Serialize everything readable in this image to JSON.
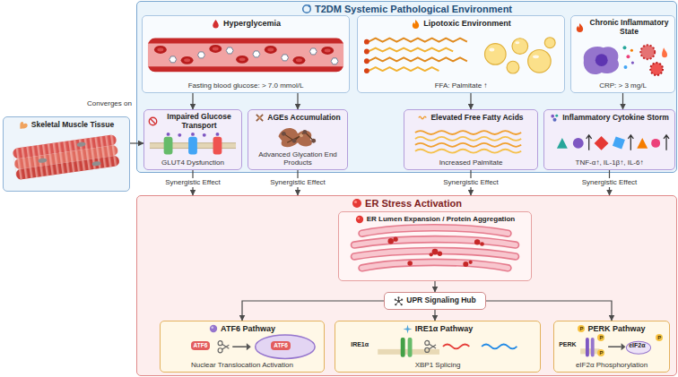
{
  "diagram": {
    "nodes": [
      {
        "text": [
          "T2DM Systemic Pathological Environment"
        ]
      },
      {
        "text": [
          "Hyperglycemia",
          "Fasting blood glucose: > 7.0 mmol/L"
        ],
        "in": 0
      },
      {
        "text": [
          "Lipotoxic Environment",
          "FFA: Palmitate ↑"
        ],
        "in": 0
      },
      {
        "text": [
          "Chronic Inflammatory State",
          "CRP: > 3 mg/L"
        ],
        "in": 0
      },
      {
        "text": [
          "Skeletal Muscle Tissue"
        ]
      },
      {
        "text": [
          "Impaired Glucose Transport",
          "GLUT4 Dysfunction"
        ],
        "in": 0
      },
      {
        "text": [
          "AGEs Accumulation",
          "Advanced Glycation End Products"
        ],
        "in": 0
      },
      {
        "text": [
          "Elevated Free Fatty Acids",
          "Increased Palmitate"
        ],
        "in": 0
      },
      {
        "text": [
          "Inflammatory Cytokine Storm",
          "TNF-α↑, IL-1β↑, IL-6↑"
        ],
        "in": 0
      },
      {
        "text": [
          "ER Stress Activation"
        ]
      },
      {
        "text": [
          "ER Lumen Expansion / Protein Aggregation"
        ],
        "in": 9
      },
      {
        "text": [
          "UPR Signaling Hub"
        ],
        "in": 9
      },
      {
        "text": [
          "ATF6 Pathway",
          "Nuclear Translocation Activation"
        ],
        "in": 9
      },
      {
        "text": [
          "IRE1α Pathway",
          "XBP1 Splicing"
        ],
        "in": 9
      },
      {
        "text": [
          "PERK Pathway",
          "eIF2α Phosphorylation"
        ],
        "in": 9
      }
    ],
    "edges": [
      {
        "from": 4,
        "to": 5,
        "label": "Converges on",
        "arrow": "to"
      },
      {
        "from": 1,
        "to": 5,
        "arrow": "to"
      },
      {
        "from": 1,
        "to": 6,
        "arrow": "to"
      },
      {
        "from": 2,
        "to": 7,
        "arrow": "to"
      },
      {
        "from": 3,
        "to": 8,
        "arrow": "to"
      },
      {
        "from": 5,
        "to": 9,
        "label": "Synergistic Effect",
        "arrow": "to"
      },
      {
        "from": 6,
        "to": 9,
        "label": "Synergistic Effect",
        "arrow": "to"
      },
      {
        "from": 7,
        "to": 9,
        "label": "Synergistic Effect",
        "arrow": "to"
      },
      {
        "from": 8,
        "to": 9,
        "label": "Synergistic Effect",
        "arrow": "to"
      },
      {
        "from": 10,
        "to": 11,
        "arrow": "to"
      },
      {
        "from": 11,
        "to": 12,
        "arrow": "to"
      },
      {
        "from": 11,
        "to": 13,
        "arrow": "to"
      },
      {
        "from": 11,
        "to": 14,
        "arrow": "to"
      }
    ],
    "labels": [
      "ATF6",
      "ATF6",
      "IRE1α",
      "PERK",
      "eIF2α",
      "P",
      "P",
      "P",
      "P"
    ]
  }
}
